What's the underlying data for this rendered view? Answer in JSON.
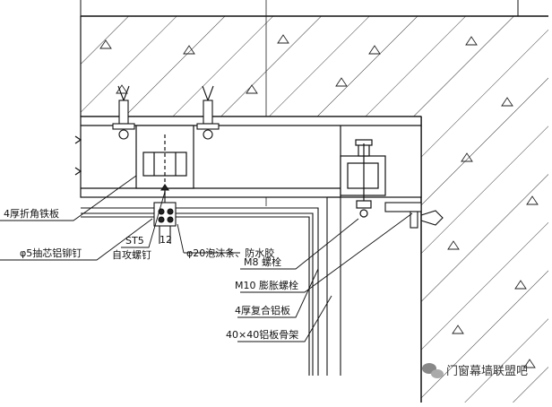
{
  "labels": {
    "iron_plate": "4厚折角铁板",
    "blind_rivet": "φ5抽芯铝铆钉",
    "screw_code": "ST5",
    "screw_name": "自攻螺钉",
    "gap": "12",
    "foam": "φ20泡沫条、防水胶",
    "bolt_m8": "M8 螺栓",
    "bolt_m10": "M10 膨胀螺栓",
    "panel": "4厚复合铝板",
    "frame": "40×40铝板骨架"
  },
  "watermark": {
    "text": "门窗幕墙联盟吧",
    "icon": "wechat-icon"
  }
}
